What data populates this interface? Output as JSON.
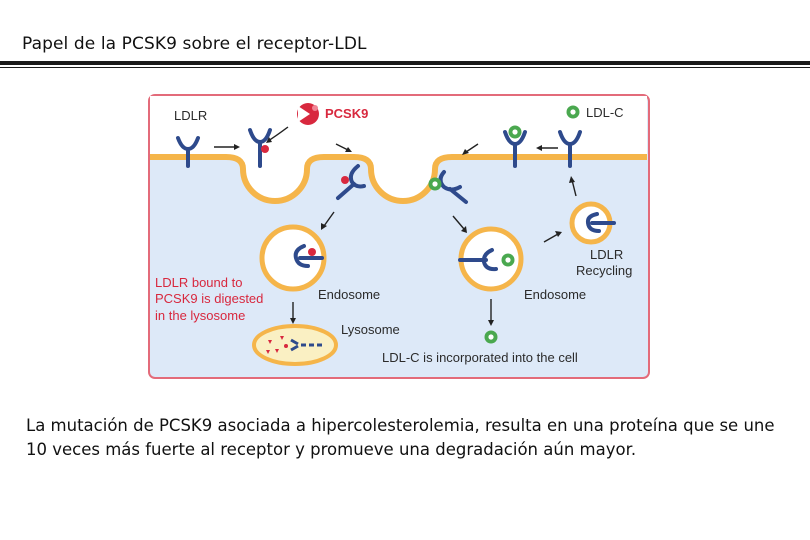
{
  "title": "Papel  de la PCSK9 sobre el receptor-LDL",
  "caption": "La mutación de PCSK9 asociada a hipercolesterolemia, resulta en una proteína que se une 10 veces más fuerte al receptor y promueve una degradación aún mayor.",
  "diagram": {
    "labels": {
      "ldlr": "LDLR",
      "pcsk9": "PCSK9",
      "ldlc": "LDL-C",
      "ldlr_recycling_1": "LDLR",
      "ldlr_recycling_2": "Recycling",
      "endosome_left": "Endosome",
      "endosome_right": "Endosome",
      "lysosome": "Lysosome",
      "bound_1": "LDLR bound to",
      "bound_2": "PCSK9 is digested",
      "bound_3": "in the lysosome",
      "incorporated": "LDL-C is incorporated into the cell"
    },
    "colors": {
      "receptor": "#2e4a8c",
      "pcsk9": "#d8283e",
      "ldlc": "#4aa84f",
      "membrane": "#f5b54a",
      "extracellular": "#ffffff",
      "cytoplasm": "#dde9f8",
      "frame": "#e36b7a",
      "red_text": "#d8283e",
      "lysosome_fill": "#faf0c3"
    }
  }
}
